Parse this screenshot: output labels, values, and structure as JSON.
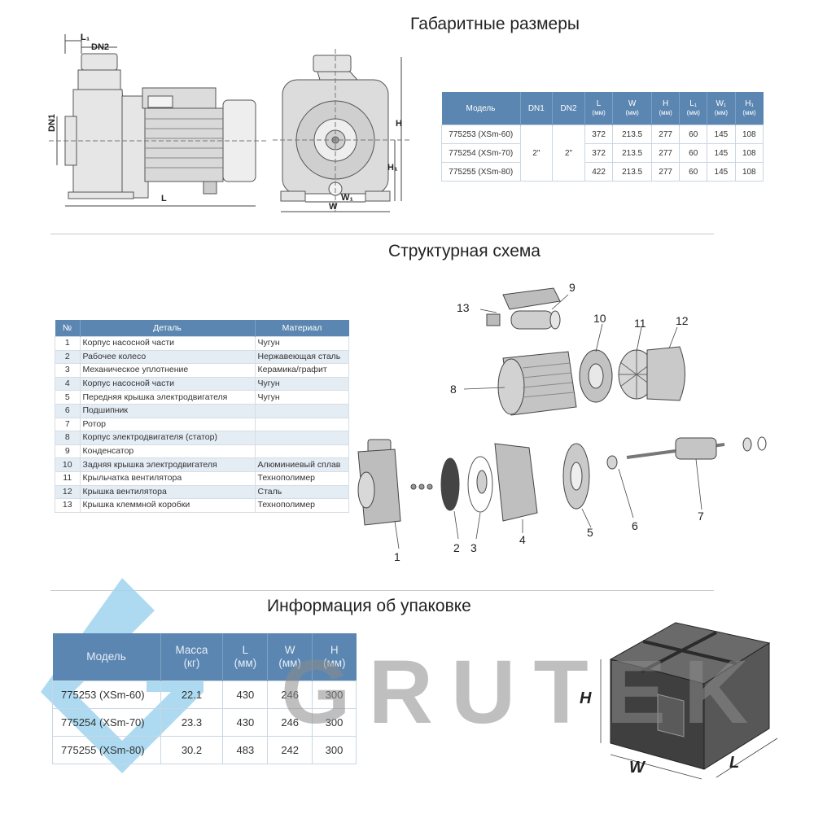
{
  "sections": {
    "dimensions_title": "Габаритные размеры",
    "structure_title": "Структурная схема",
    "packing_title": "Информация об упаковке"
  },
  "drawing_labels": {
    "L1": "L₁",
    "DN2": "DN2",
    "DN1": "DN1",
    "L": "L",
    "H": "H",
    "H1": "H₁",
    "W1": "W₁",
    "W": "W"
  },
  "dim_table": {
    "headers": [
      {
        "main": "Модель",
        "sub": ""
      },
      {
        "main": "DN1",
        "sub": ""
      },
      {
        "main": "DN2",
        "sub": ""
      },
      {
        "main": "L",
        "sub": "(мм)"
      },
      {
        "main": "W",
        "sub": "(мм)"
      },
      {
        "main": "H",
        "sub": "(мм)"
      },
      {
        "main": "L₁",
        "sub": "(мм)"
      },
      {
        "main": "W₁",
        "sub": "(мм)"
      },
      {
        "main": "H₁",
        "sub": "(мм)"
      }
    ],
    "dn1": "2\"",
    "dn2": "2\"",
    "rows": [
      {
        "model": "775253 (XSm-60)",
        "L": "372",
        "W": "213.5",
        "H": "277",
        "L1": "60",
        "W1": "145",
        "H1": "108"
      },
      {
        "model": "775254 (XSm-70)",
        "L": "372",
        "W": "213.5",
        "H": "277",
        "L1": "60",
        "W1": "145",
        "H1": "108"
      },
      {
        "model": "775255 (XSm-80)",
        "L": "422",
        "W": "213.5",
        "H": "277",
        "L1": "60",
        "W1": "145",
        "H1": "108"
      }
    ]
  },
  "parts_table": {
    "headers": {
      "num": "№",
      "part": "Деталь",
      "material": "Материал"
    },
    "rows": [
      {
        "num": "1",
        "part": "Корпус насосной части",
        "material": "Чугун"
      },
      {
        "num": "2",
        "part": "Рабочее колесо",
        "material": "Нержавеющая сталь"
      },
      {
        "num": "3",
        "part": "Механическое уплотнение",
        "material": "Керамика/графит"
      },
      {
        "num": "4",
        "part": "Корпус насосной части",
        "material": "Чугун"
      },
      {
        "num": "5",
        "part": "Передняя крышка электродвигателя",
        "material": "Чугун"
      },
      {
        "num": "6",
        "part": "Подшипник",
        "material": ""
      },
      {
        "num": "7",
        "part": "Ротор",
        "material": ""
      },
      {
        "num": "8",
        "part": "Корпус электродвигателя (статор)",
        "material": ""
      },
      {
        "num": "9",
        "part": "Конденсатор",
        "material": ""
      },
      {
        "num": "10",
        "part": "Задняя крышка электродвигателя",
        "material": "Алюминиевый сплав"
      },
      {
        "num": "11",
        "part": "Крыльчатка вентилятора",
        "material": "Технополимер"
      },
      {
        "num": "12",
        "part": "Крышка вентилятора",
        "material": "Сталь"
      },
      {
        "num": "13",
        "part": "Крышка клеммной коробки",
        "material": "Технополимер"
      }
    ]
  },
  "exploded_labels": [
    "1",
    "2",
    "3",
    "4",
    "5",
    "6",
    "7",
    "8",
    "9",
    "10",
    "11",
    "12",
    "13"
  ],
  "pack_table": {
    "headers": [
      {
        "main": "Модель",
        "sub": ""
      },
      {
        "main": "Масса",
        "sub": "(кг)"
      },
      {
        "main": "L",
        "sub": "(мм)"
      },
      {
        "main": "W",
        "sub": "(мм)"
      },
      {
        "main": "H",
        "sub": "(мм)"
      }
    ],
    "rows": [
      {
        "model": "775253 (XSm-60)",
        "mass": "22.1",
        "L": "430",
        "W": "246",
        "H": "300"
      },
      {
        "model": "775254 (XSm-70)",
        "mass": "23.3",
        "L": "430",
        "W": "246",
        "H": "300"
      },
      {
        "model": "775255 (XSm-80)",
        "mass": "30.2",
        "L": "483",
        "W": "242",
        "H": "300"
      }
    ]
  },
  "box_labels": {
    "H": "H",
    "W": "W",
    "L": "L"
  },
  "watermark": "GRUTEK",
  "colors": {
    "header_blue": "#5b86b1",
    "row_tint": "#e4ecf4",
    "watermark_blue": "#9fd3ee",
    "watermark_grey": "#b0b0b0"
  }
}
